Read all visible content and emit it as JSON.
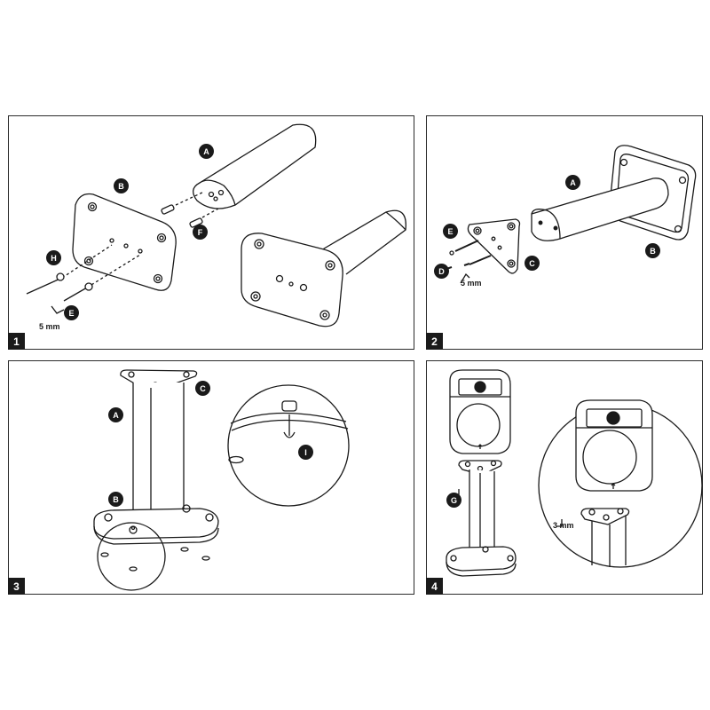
{
  "steps": [
    {
      "number": "1",
      "labels": [
        "A",
        "B",
        "F",
        "H",
        "E"
      ],
      "dimension": "5 mm"
    },
    {
      "number": "2",
      "labels": [
        "A",
        "B",
        "E",
        "C",
        "D"
      ],
      "dimension": "5 mm"
    },
    {
      "number": "3",
      "labels": [
        "C",
        "A",
        "I",
        "B"
      ]
    },
    {
      "number": "4",
      "labels": [
        "G"
      ],
      "dimension": "3 mm"
    }
  ],
  "colors": {
    "line": "#1a1a1a",
    "label_bg": "#1a1a1a",
    "label_text": "#ffffff",
    "frame": "#2a2a2a"
  }
}
